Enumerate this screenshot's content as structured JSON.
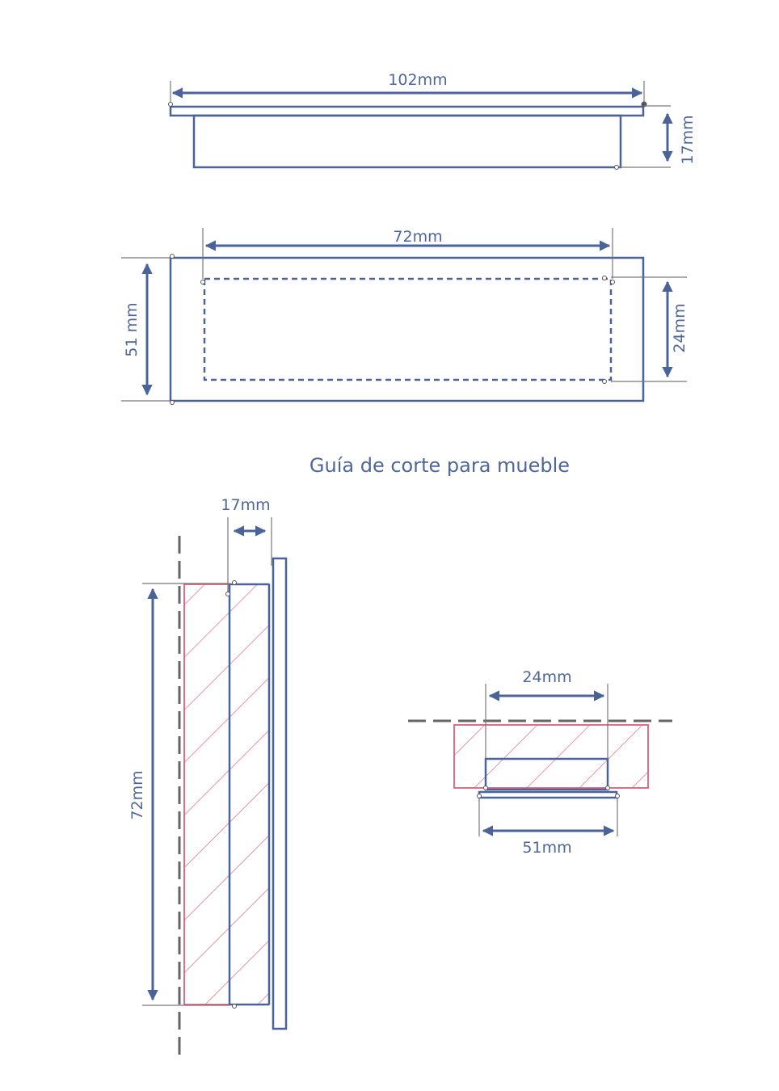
{
  "title": "Guía de corte para mueble",
  "top_view": {
    "width_label": "102mm",
    "height_label": "17mm"
  },
  "front_view": {
    "cutout_width_label": "72mm",
    "outer_height_label": "51 mm",
    "cutout_height_label": "24mm"
  },
  "side_section": {
    "depth_label": "17mm",
    "height_label": "72mm"
  },
  "top_section": {
    "cutout_label": "24mm",
    "plate_label": "51mm"
  },
  "colors": {
    "line": "#4a649a",
    "text": "#4f6699",
    "cut_hatch": "#e07890",
    "cut_line": "#666666"
  }
}
